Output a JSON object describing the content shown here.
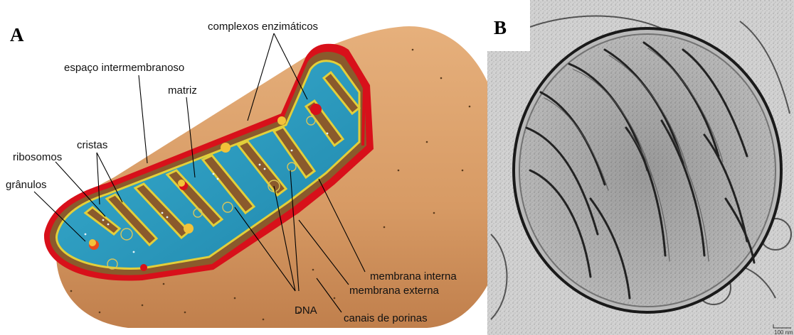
{
  "panel_a": {
    "letter": "A",
    "labels": {
      "complexos": "complexos enzimáticos",
      "espaco": "espaço intermembranoso",
      "matriz": "matriz",
      "cristas": "cristas",
      "ribosomos": "ribosomos",
      "granulos": "grânulos",
      "membrana_interna": "membrana interna",
      "membrana_externa": "membrana externa",
      "dna": "DNA",
      "canais": "canais de porinas"
    }
  },
  "panel_b": {
    "letter": "B",
    "scale_text": "100 nm"
  },
  "colors": {
    "outer_membrane": "#d79a64",
    "outer_shadow": "#b8794a",
    "red_edge": "#d8101a",
    "matrix": "#2a9cc0",
    "matrix_dark": "#1c7fa3",
    "crista_yellow": "#e2cf3a",
    "intermembrane": "#8a5a2c",
    "em_background": "#cfcfcf",
    "em_dark": "#2a2a2a"
  }
}
